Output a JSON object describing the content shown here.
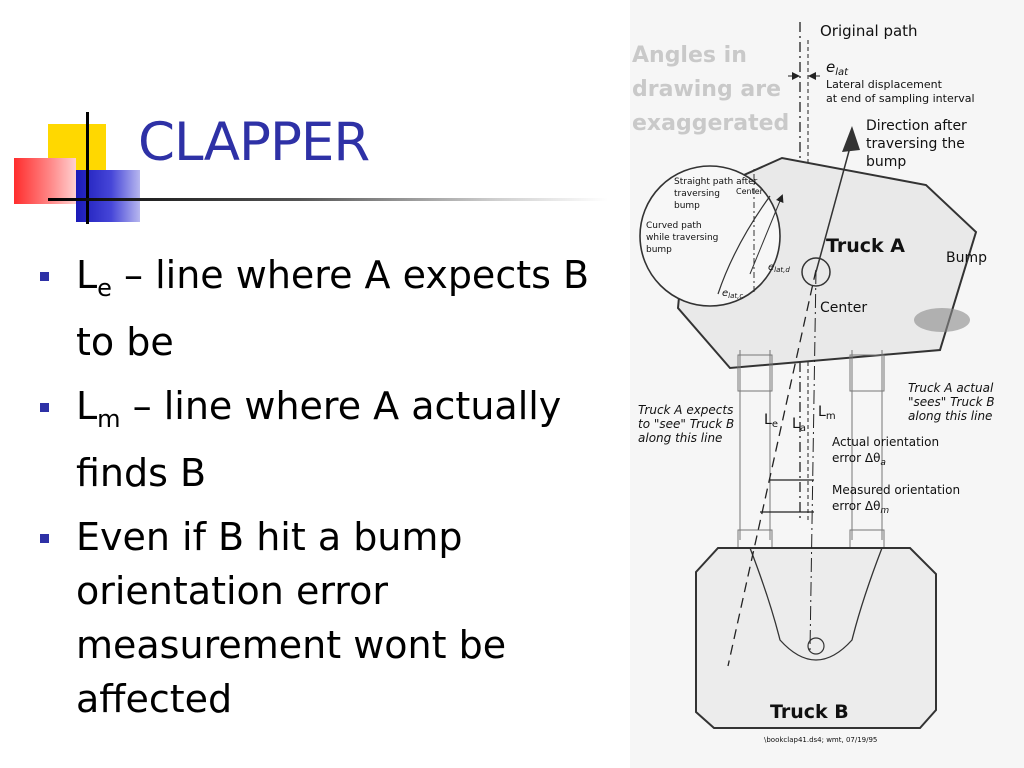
{
  "slide": {
    "title": "CLAPPER",
    "bullets": [
      {
        "main": "L",
        "sub": "e",
        "text": " – line where A expects B to be"
      },
      {
        "main": "L",
        "sub": "m",
        "text": " – line where A actually finds B"
      },
      {
        "main": "",
        "sub": "",
        "text": "Even if B hit a bump orientation error measurement wont be affected"
      }
    ]
  },
  "figure": {
    "watermark": [
      "Angles in",
      "drawing are",
      "exaggerated"
    ],
    "original_path": "Original path",
    "elat": "e",
    "elat_sub": "lat",
    "lateral_1": "Lateral displacement",
    "lateral_2": "at end of sampling interval",
    "direction_1": "Direction after",
    "direction_2": "traversing the",
    "direction_3": "bump",
    "straight_1": "Straight path after",
    "straight_2": "traversing",
    "straight_3": "bump",
    "center_small": "Center",
    "curved_1": "Curved path",
    "curved_2": "while traversing",
    "curved_3": "bump",
    "elat_d": "e",
    "elat_d_sub": "lat,d",
    "elat_c": "e",
    "elat_c_sub": "lat,c",
    "truck_a": "Truck A",
    "bump": "Bump",
    "center": "Center",
    "expects_1": "Truck A expects",
    "expects_2": "to \"see\" Truck B",
    "expects_3": "along this line",
    "le": "L",
    "le_sub": "e",
    "la": "L",
    "la_sub": "a",
    "lm": "L",
    "lm_sub": "m",
    "actual_1": "Truck A actual",
    "actual_2": "\"sees\" Truck B",
    "actual_3": "along this line",
    "act_err_1": "Actual orientation",
    "act_err_2": "error Δθ",
    "act_err_sub": "a",
    "meas_err_1": "Measured orientation",
    "meas_err_2": "error Δθ",
    "meas_err_sub": "m",
    "truck_b": "Truck B",
    "footer": "\\bookclap41.ds4; wmt, 07/19/95"
  },
  "colors": {
    "title": "#2e31a6",
    "bullet_marker": "#2e31a6",
    "accent_yellow": "#ffd800",
    "accent_red": "#ff2d2d",
    "accent_blue": "#1a1ab8"
  }
}
